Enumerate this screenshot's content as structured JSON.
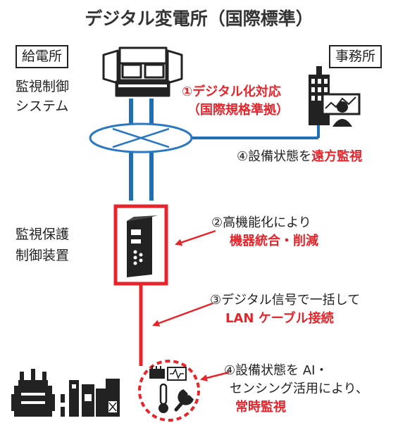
{
  "title": "デジタル変電所（国際標準）",
  "substation_label": "給電所",
  "office_label": "事務所",
  "monitoring_system_label": [
    "監視制御",
    "システム"
  ],
  "protection_device_label": [
    "監視保護",
    "制御装置"
  ],
  "callouts": {
    "c1_line1": "①デジタル化対応",
    "c1_line2": "（国際規格準拠）",
    "c4a_prefix": "④設備状態を",
    "c4a_highlight": "遠方監視",
    "c2_line1": "②高機能化により",
    "c2_line2": "機器統合・削減",
    "c3_line1": "③デジタル信号で一括して",
    "c3_line2": "LAN ケーブル接続",
    "c4b_line1": "④設備状態を AI・",
    "c4b_line2": "センシング活用により、",
    "c4b_line3": "常時監視"
  },
  "icons": [
    "monitor-workstation-icon",
    "office-building-icon",
    "network-switch-icon",
    "server-rack-icon",
    "transformer-icon",
    "switchgear-icon",
    "sensor-chip-icon",
    "thermometer-icon",
    "wrench-icon",
    "waveform-icon"
  ],
  "colors": {
    "accent_red": "#e8232a",
    "line_blue": "#1f6fb3",
    "ellipse_blue": "#2a78c2",
    "dark": "#222222"
  }
}
